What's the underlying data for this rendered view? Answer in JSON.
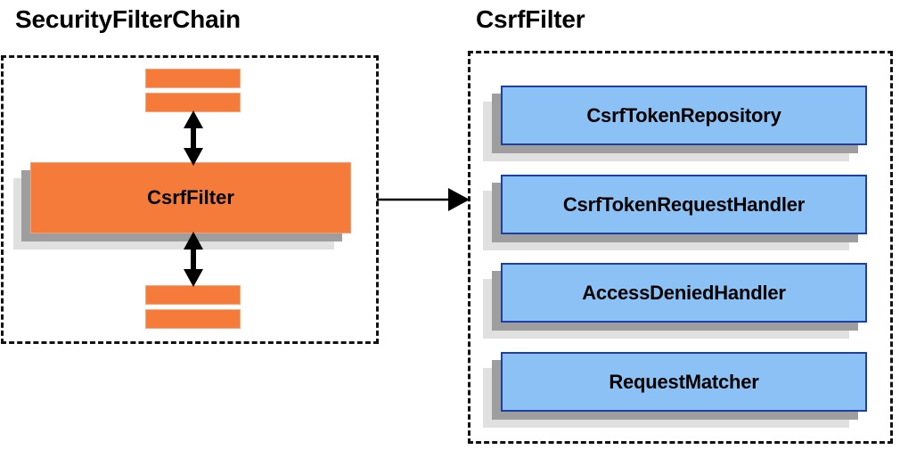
{
  "diagram": {
    "type": "component-relationship-diagram",
    "panels": [
      {
        "id": "security-filter-chain",
        "title": "SecurityFilterChain",
        "border_style": "dashed",
        "highlighted_component": "CsrfFilter",
        "placeholder_bars_above": 2,
        "placeholder_bars_below": 2,
        "connector_arrows": "double-headed vertical (up and down)"
      },
      {
        "id": "csrf-filter",
        "title": "CsrfFilter",
        "border_style": "dashed",
        "components": [
          {
            "label": "CsrfTokenRepository"
          },
          {
            "label": "CsrfTokenRequestHandler"
          },
          {
            "label": "AccessDeniedHandler"
          },
          {
            "label": "RequestMatcher"
          }
        ]
      }
    ],
    "connector": {
      "from": "security-filter-chain",
      "to": "csrf-filter",
      "direction": "right",
      "style": "solid-line-with-arrowhead"
    },
    "colors": {
      "orange_fill": "#F47B3A",
      "orange_border": "#f2a07a",
      "blue_fill": "#8CC1F5",
      "blue_border": "#1f3fa8",
      "shadow_dark": "#9e9e9e",
      "shadow_light": "#e0e0e0",
      "dash_border": "#111111",
      "text": "#000000",
      "background": "#ffffff"
    }
  }
}
